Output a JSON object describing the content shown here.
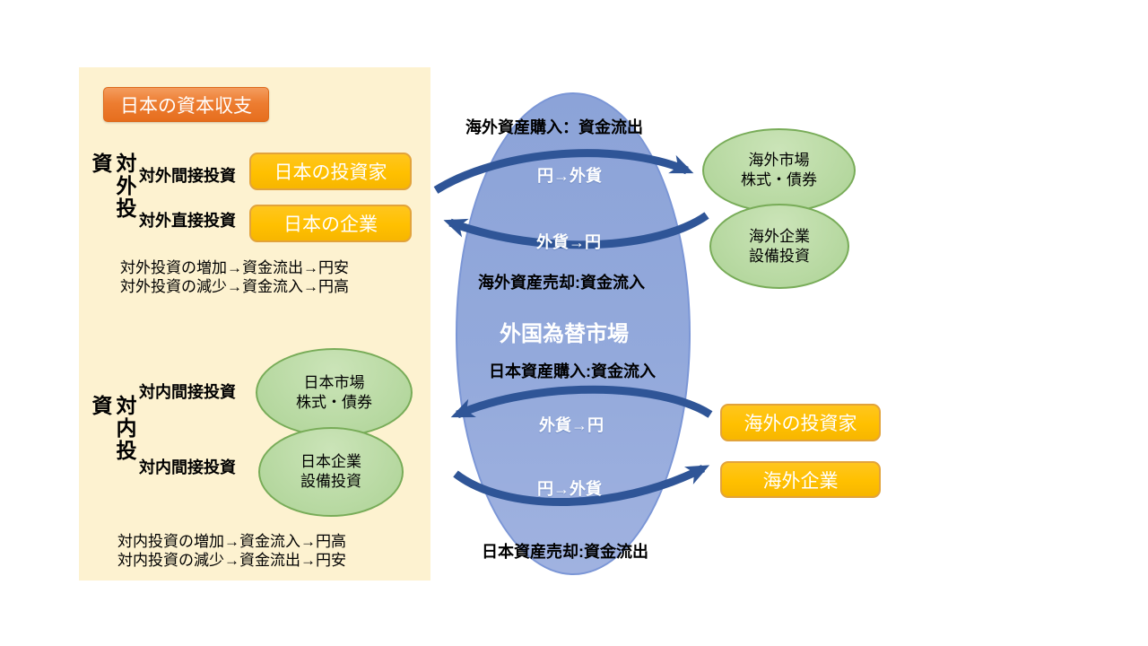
{
  "colors": {
    "panel_bg": "#FDF2D0",
    "title_box_orange": "#ED7D31",
    "gold_fill": "#FFC000",
    "gold_border": "#E2A33B",
    "green_fill": "#B6D8A0",
    "green_border": "#78AC58",
    "blue_ellipse_fill": "#8FAADC",
    "blue_ellipse_border": "#7B96D6",
    "arrow_blue": "#2F5597"
  },
  "left_panel": {
    "title": "日本の資本収支",
    "outward": {
      "vertical_label": "対外投資",
      "rows": [
        {
          "label": "対外間接投資",
          "entity": "日本の投資家"
        },
        {
          "label": "対外直接投資",
          "entity": "日本の企業"
        }
      ],
      "notes": [
        "対外投資の増加→資金流出→円安",
        "対外投資の減少→資金流入→円高"
      ]
    },
    "inward": {
      "vertical_label": "対内投資",
      "rows": [
        {
          "label": "対内間接投資",
          "entity_line1": "日本市場",
          "entity_line2": "株式・債券"
        },
        {
          "label": "対内間接投資",
          "entity_line1": "日本企業",
          "entity_line2": "設備投資"
        }
      ],
      "notes": [
        "対内投資の増加→資金流入→円高",
        "対内投資の減少→資金流出→円安"
      ]
    }
  },
  "market": {
    "title": "外国為替市場",
    "labels": {
      "top_out": "海外資産購入：資金流出",
      "top_in": "海外資産売却:資金流入",
      "bottom_in": "日本資産購入:資金流入",
      "bottom_out": "日本資産売却:資金流出"
    },
    "flows": [
      "円→外貨",
      "外貨→円",
      "外貨→円",
      "円→外貨"
    ]
  },
  "right_side": {
    "ellipses": [
      {
        "line1": "海外市場",
        "line2": "株式・債券"
      },
      {
        "line1": "海外企業",
        "line2": "設備投資"
      }
    ],
    "boxes": [
      {
        "label": "海外の投資家"
      },
      {
        "label": "海外企業"
      }
    ]
  }
}
